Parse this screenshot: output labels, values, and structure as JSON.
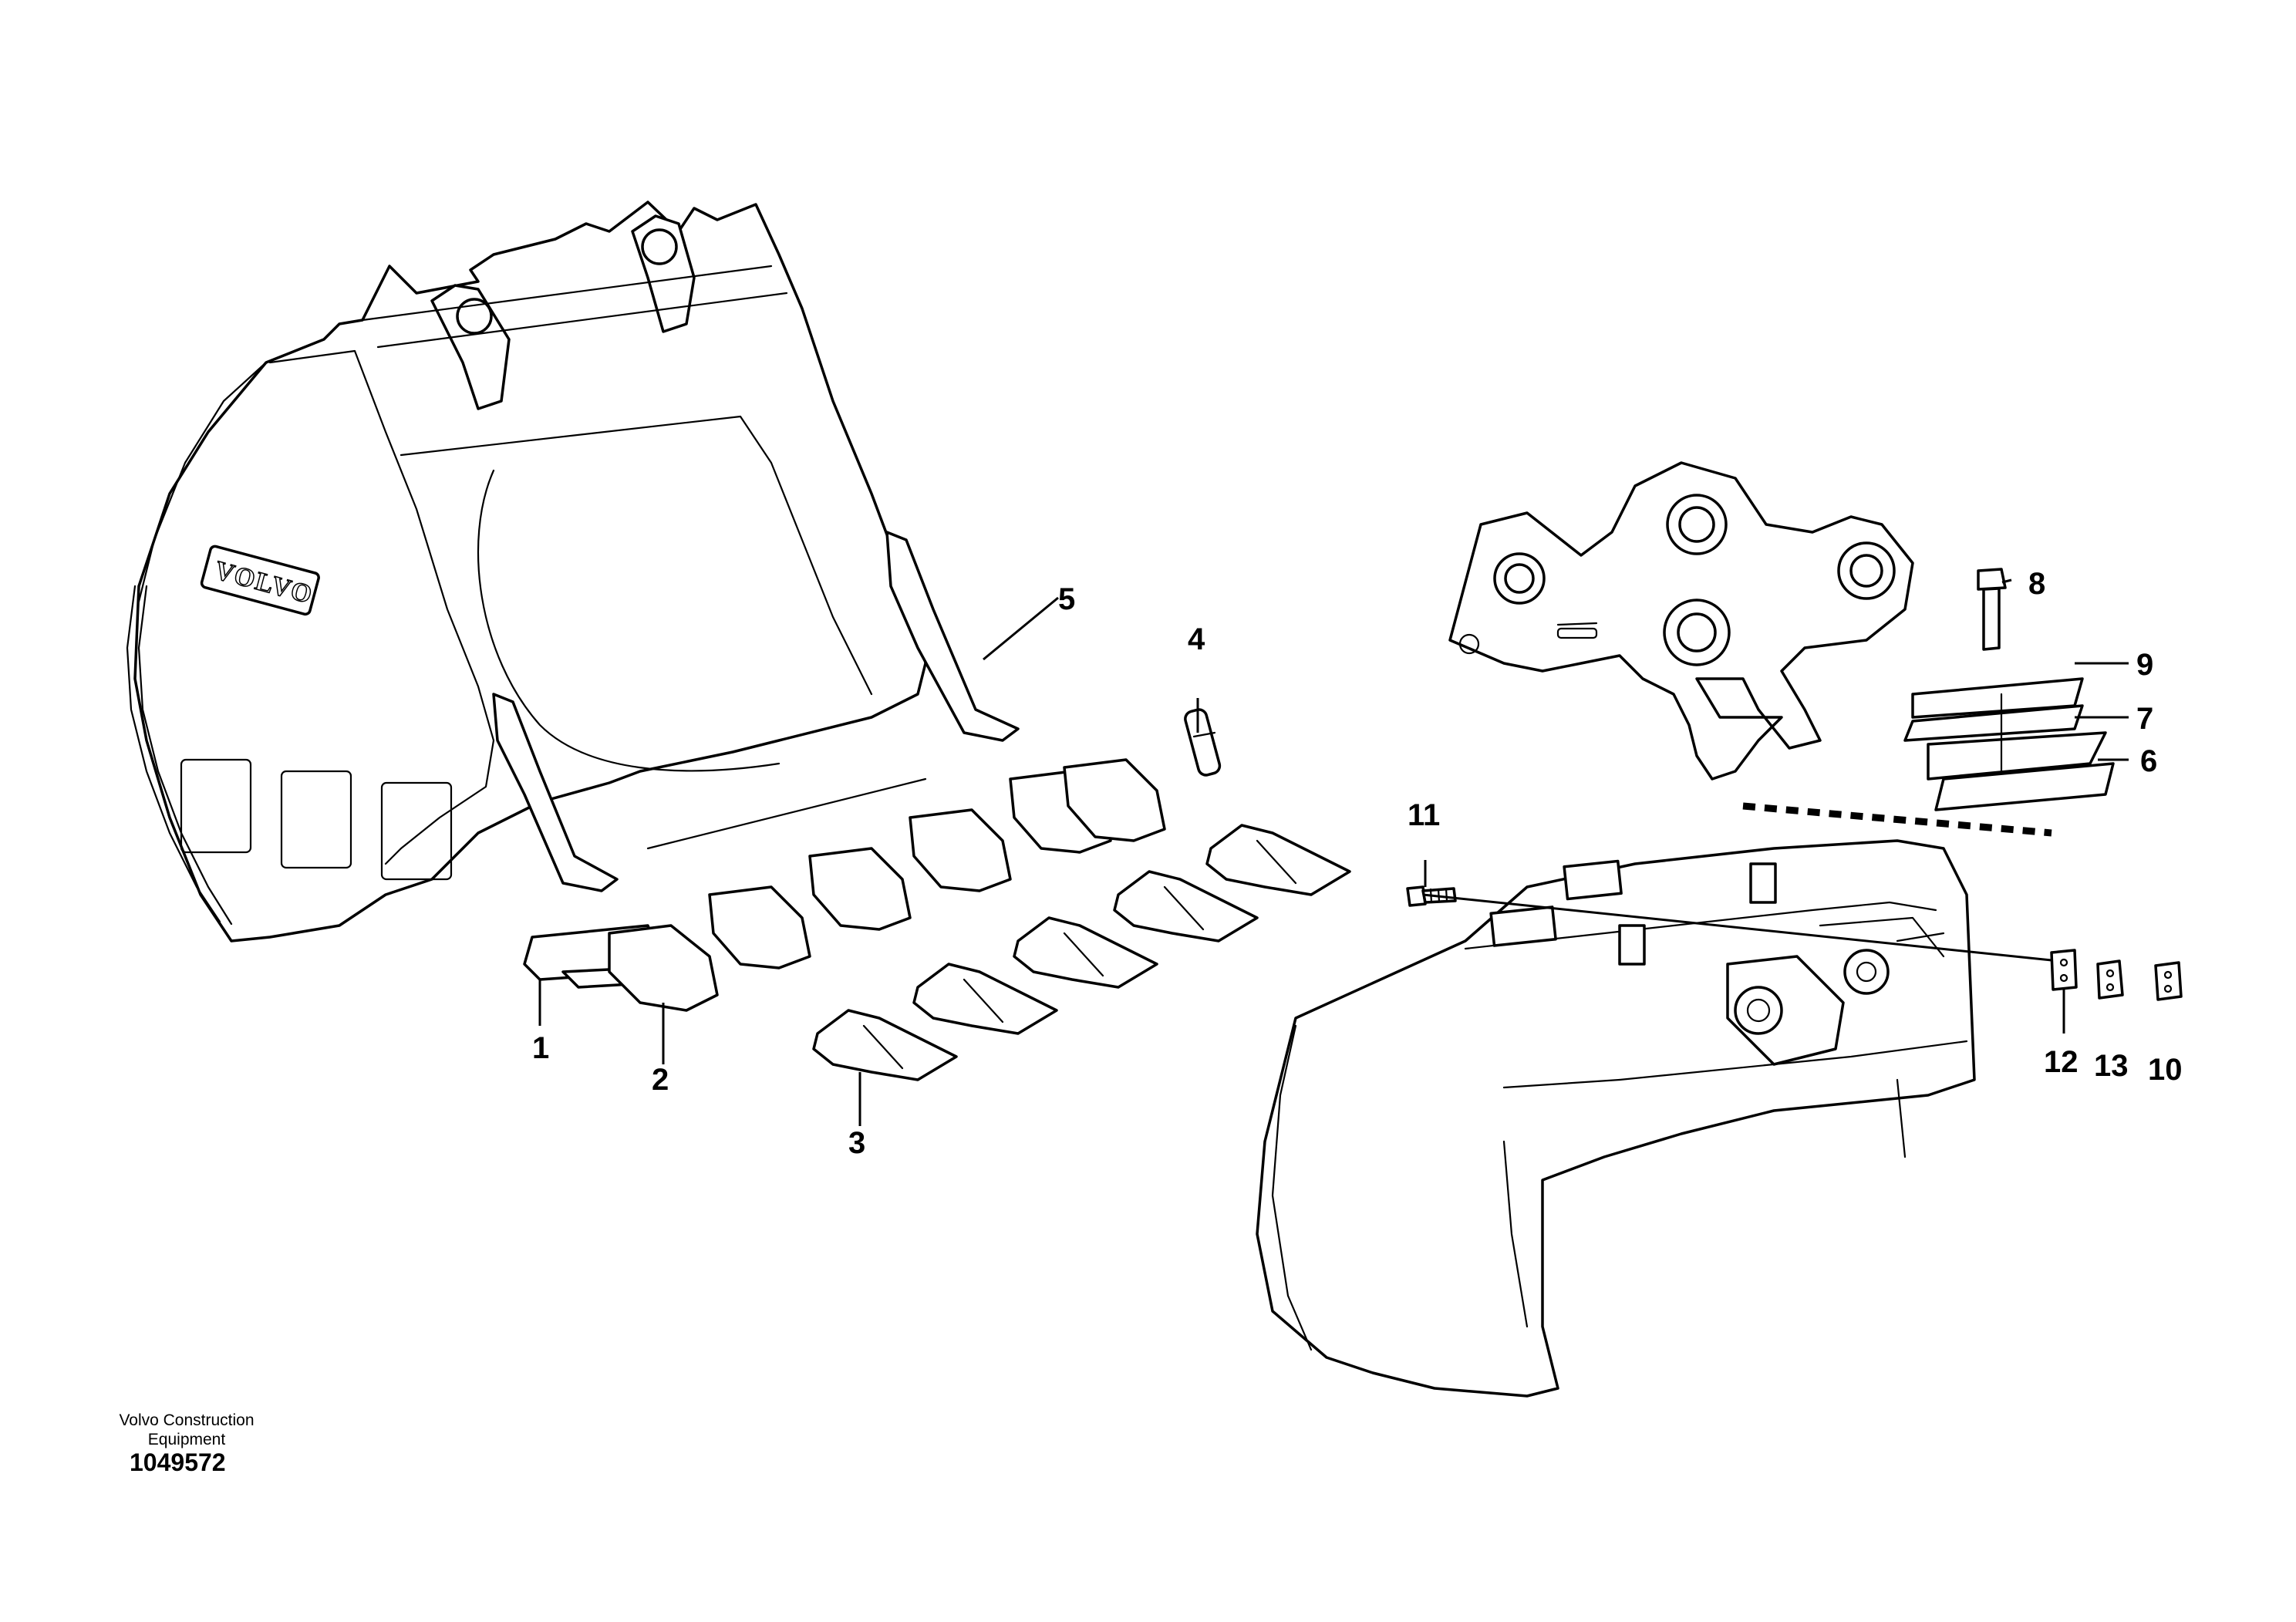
{
  "diagram": {
    "brand_logo": "VOLVO",
    "callouts": [
      "1",
      "2",
      "3",
      "4",
      "5",
      "6",
      "7",
      "8",
      "9",
      "10",
      "11",
      "12",
      "13"
    ]
  },
  "footer": {
    "company_line1": "Volvo Construction",
    "company_line2": "Equipment",
    "drawing_number": "1049572"
  }
}
